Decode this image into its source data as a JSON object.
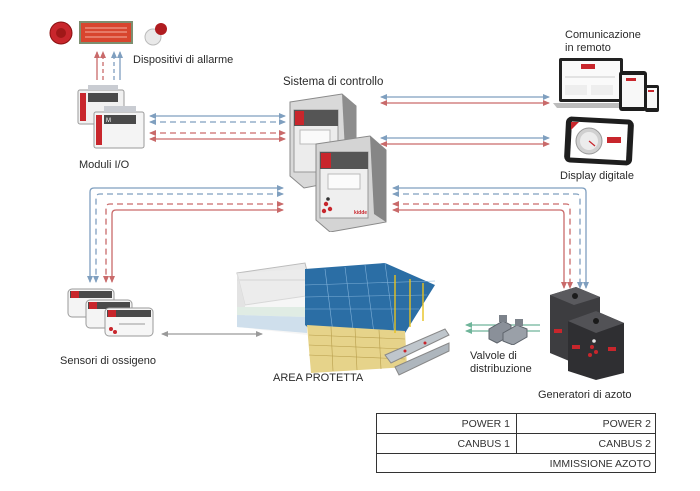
{
  "colors": {
    "power": "#7f9fbf",
    "canbus": "#c96a6a",
    "nitrogen": "#6fb59a",
    "sensor_link": "#9a9a9a",
    "brand_red": "#c8262c",
    "device_dark": "#3d3d40"
  },
  "nodes": {
    "alarm_devices": {
      "label": "Dispositivi di allarme"
    },
    "io_modules": {
      "label": "Moduli I/O"
    },
    "control_system": {
      "label": "Sistema di controllo"
    },
    "remote_comm": {
      "label_line1": "Comunicazione",
      "label_line2": "in remoto"
    },
    "digital_display": {
      "label": "Display digitale"
    },
    "oxygen_sensors": {
      "label": "Sensori di ossigeno"
    },
    "protected_area": {
      "label": "AREA PROTETTA"
    },
    "distribution_valves": {
      "label_line1": "Valvole di",
      "label_line2": "distribuzione"
    },
    "nitrogen_generators": {
      "label": "Generatori di azoto"
    }
  },
  "device_text": {
    "brand": "kidde",
    "module_tag": "M"
  },
  "legend": {
    "power1": "POWER 1",
    "power2": "POWER 2",
    "canbus1": "CANBUS 1",
    "canbus2": "CANBUS 2",
    "nitrogen": "IMMISSIONE AZOTO"
  }
}
